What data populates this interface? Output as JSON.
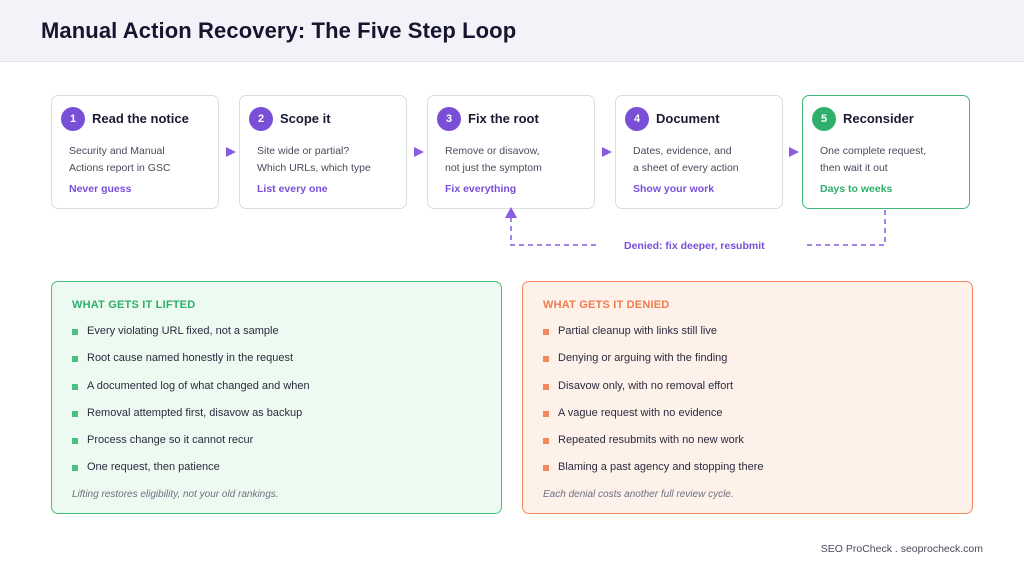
{
  "header": {
    "title": "Manual Action Recovery: The Five Step Loop"
  },
  "steps": [
    {
      "number": "1",
      "title": "Read the notice",
      "line1": "Security and Manual",
      "line2": "Actions report in GSC",
      "tag": "Never guess"
    },
    {
      "number": "2",
      "title": "Scope it",
      "line1": "Site wide or partial?",
      "line2": "Which URLs, which type",
      "tag": "List every one"
    },
    {
      "number": "3",
      "title": "Fix the root",
      "line1": "Remove or disavow,",
      "line2": "not just the symptom",
      "tag": "Fix everything"
    },
    {
      "number": "4",
      "title": "Document",
      "line1": "Dates, evidence, and",
      "line2": "a sheet of every action",
      "tag": "Show your work"
    },
    {
      "number": "5",
      "title": "Reconsider",
      "line1": "One complete request,",
      "line2": "then wait it out",
      "tag": "Days to weeks"
    }
  ],
  "loop": {
    "label": "Denied: fix deeper, resubmit"
  },
  "lifted": {
    "heading": "WHAT GETS IT LIFTED",
    "items": [
      "Every violating URL fixed, not a sample",
      "Root cause named honestly in the request",
      "A documented log of what changed and when",
      "Removal attempted first, disavow as backup",
      "Process change so it cannot recur",
      "One request, then patience"
    ],
    "footnote": "Lifting restores eligibility, not your old rankings."
  },
  "denied": {
    "heading": "WHAT GETS IT DENIED",
    "items": [
      "Partial cleanup with links still live",
      "Denying or arguing with the finding",
      "Disavow only, with no removal effort",
      "A vague request with no evidence",
      "Repeated resubmits with no new work",
      "Blaming a past agency and stopping there"
    ],
    "footnote": "Each denial costs another full review cycle."
  },
  "footer": {
    "credit": "SEO ProCheck . seoprocheck.com"
  },
  "colors": {
    "accent_purple": "#7a4fd8",
    "success_green": "#2fae6c",
    "warning_orange": "#ef7c4c"
  }
}
